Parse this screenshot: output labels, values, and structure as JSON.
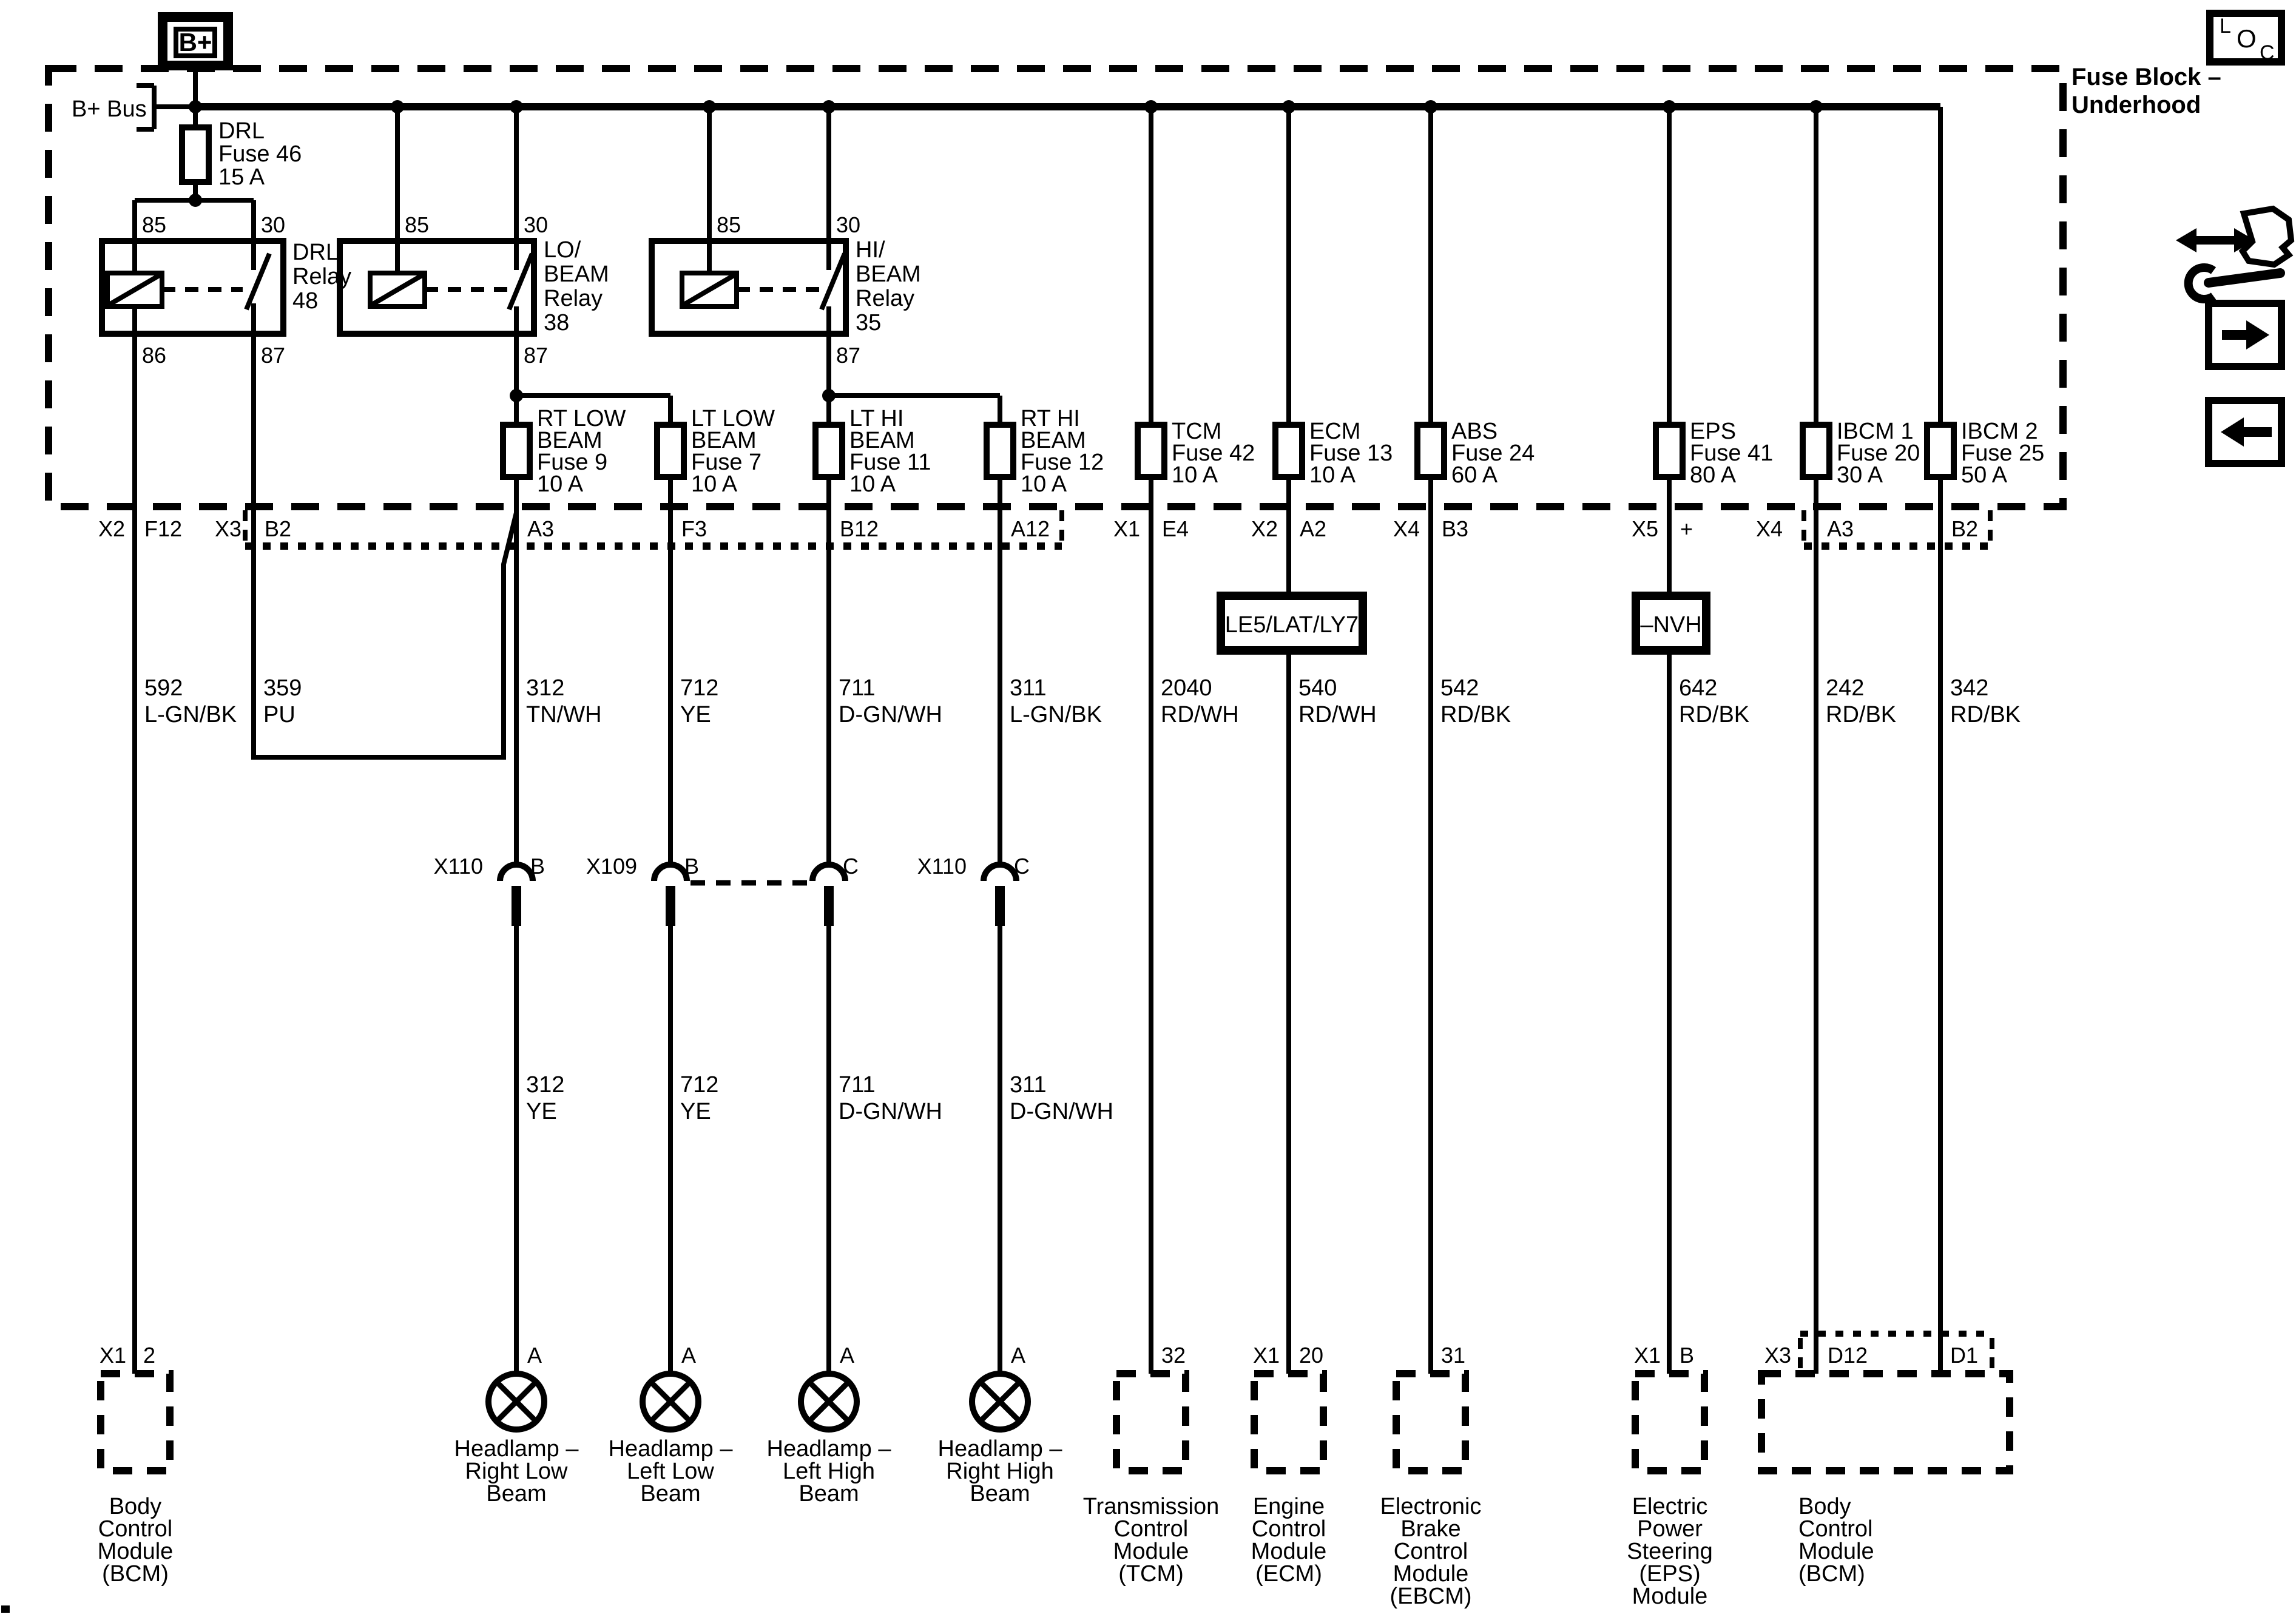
{
  "fuse_block": {
    "title1": "Fuse Block –",
    "title2": "Underhood"
  },
  "bplus": {
    "label": "B+",
    "bus_label": "B+ Bus"
  },
  "drl_fuse": {
    "l1": "DRL",
    "l2": "Fuse 46",
    "l3": "15 A"
  },
  "drl_relay": {
    "p85": "85",
    "p30": "30",
    "p86": "86",
    "p87": "87",
    "n1": "DRL",
    "n2": "Relay",
    "n3": "48"
  },
  "lo_relay": {
    "p85": "85",
    "p30": "30",
    "p87": "87",
    "n1": "LO/",
    "n2": "BEAM",
    "n3": "Relay",
    "n4": "38"
  },
  "hi_relay": {
    "p85": "85",
    "p30": "30",
    "p87": "87",
    "n1": "HI/",
    "n2": "BEAM",
    "n3": "Relay",
    "n4": "35"
  },
  "fuses": [
    {
      "l1": "RT LOW",
      "l2": "BEAM",
      "l3": "Fuse 9",
      "l4": "10 A"
    },
    {
      "l1": "LT LOW",
      "l2": "BEAM",
      "l3": "Fuse 7",
      "l4": "10 A"
    },
    {
      "l1": "LT HI",
      "l2": "BEAM",
      "l3": "Fuse 11",
      "l4": "10 A"
    },
    {
      "l1": "RT HI",
      "l2": "BEAM",
      "l3": "Fuse 12",
      "l4": "10 A"
    },
    {
      "l1": "TCM",
      "l2": "Fuse 42",
      "l3": "10 A"
    },
    {
      "l1": "ECM",
      "l2": "Fuse 13",
      "l3": "10 A"
    },
    {
      "l1": "ABS",
      "l2": "Fuse 24",
      "l3": "60 A"
    },
    {
      "l1": "EPS",
      "l2": "Fuse 41",
      "l3": "80 A"
    },
    {
      "l1": "IBCM 1",
      "l2": "Fuse 20",
      "l3": "30 A"
    },
    {
      "l1": "IBCM 2",
      "l2": "Fuse 25",
      "l3": "50 A"
    }
  ],
  "conn_row": [
    "X2",
    "F12",
    "X3",
    "B2",
    "A3",
    "F3",
    "B12",
    "A12",
    "X1",
    "E4",
    "X2",
    "A2",
    "X4",
    "B3",
    "X5",
    "+",
    "X4",
    "A3",
    "B2"
  ],
  "wires_upper": [
    {
      "c": "592",
      "col": "L-GN/BK"
    },
    {
      "c": "359",
      "col": "PU"
    },
    {
      "c": "312",
      "col": "TN/WH"
    },
    {
      "c": "712",
      "col": "YE"
    },
    {
      "c": "711",
      "col": "D-GN/WH"
    },
    {
      "c": "311",
      "col": "L-GN/BK"
    },
    {
      "c": "2040",
      "col": "RD/WH"
    },
    {
      "c": "540",
      "col": "RD/WH"
    },
    {
      "c": "542",
      "col": "RD/BK"
    },
    {
      "c": "642",
      "col": "RD/BK"
    },
    {
      "c": "242",
      "col": "RD/BK"
    },
    {
      "c": "342",
      "col": "RD/BK"
    }
  ],
  "options": {
    "engine": "LE5/LAT/LY7",
    "nvh": "–NVH"
  },
  "inline_conn": {
    "a_name": "X110",
    "a_pin": "B",
    "b_name": "X109",
    "b_pin": "B",
    "c_pin": "C",
    "d_name": "X110",
    "d_pin": "C"
  },
  "wires_lower": [
    {
      "c": "312",
      "col": "YE"
    },
    {
      "c": "712",
      "col": "YE"
    },
    {
      "c": "711",
      "col": "D-GN/WH"
    },
    {
      "c": "311",
      "col": "D-GN/WH"
    }
  ],
  "lamps": [
    {
      "pin": "A",
      "l1": "Headlamp –",
      "l2": "Right Low",
      "l3": "Beam"
    },
    {
      "pin": "A",
      "l1": "Headlamp –",
      "l2": "Left Low",
      "l3": "Beam"
    },
    {
      "pin": "A",
      "l1": "Headlamp –",
      "l2": "Left High",
      "l3": "Beam"
    },
    {
      "pin": "A",
      "l1": "Headlamp –",
      "l2": "Right High",
      "l3": "Beam"
    }
  ],
  "modules": {
    "bcm_l": {
      "px": "X1",
      "pn": "2",
      "l1": "Body",
      "l2": "Control",
      "l3": "Module",
      "l4": "(BCM)"
    },
    "tcm": {
      "pn": "32",
      "l1": "Transmission",
      "l2": "Control",
      "l3": "Module",
      "l4": "(TCM)"
    },
    "ecm": {
      "px": "X1",
      "pn": "20",
      "l1": "Engine",
      "l2": "Control",
      "l3": "Module",
      "l4": "(ECM)"
    },
    "ebcm": {
      "pn": "31",
      "l1": "Electronic",
      "l2": "Brake",
      "l3": "Control",
      "l4": "Module",
      "l5": "(EBCM)"
    },
    "eps": {
      "px": "X1",
      "pn": "B",
      "l1": "Electric",
      "l2": "Power",
      "l3": "Steering",
      "l4": "(EPS)",
      "l5": "Module"
    },
    "bcm_r": {
      "px": "X3",
      "pd12": "D12",
      "pd1": "D1",
      "l1": "Body",
      "l2": "Control",
      "l3": "Module",
      "l4": "(BCM)"
    }
  },
  "icons": {
    "loc_l": "L",
    "loc_o": "O",
    "loc_c": "C"
  },
  "colors": {
    "line": "#000000",
    "bg": "#ffffff"
  }
}
